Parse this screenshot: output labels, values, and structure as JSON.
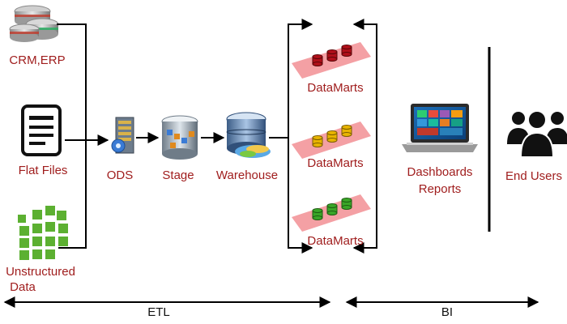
{
  "sources": {
    "crm_erp": "CRM,ERP",
    "flat_files": "Flat Files",
    "unstructured_line1": "Unstructured",
    "unstructured_line2": "Data"
  },
  "stages": {
    "ods": "ODS",
    "stage": "Stage",
    "warehouse": "Warehouse"
  },
  "datamarts": {
    "label_top": "DataMarts",
    "label_middle": "DataMarts",
    "label_bottom": "DataMarts",
    "color_top": "#b0101a",
    "color_middle": "#e8b400",
    "color_bottom": "#3aa628",
    "band_color": "#f4a0a4"
  },
  "bi_outputs": {
    "dashboards_line1": "Dashboards",
    "dashboards_line2": "Reports",
    "end_users": "End Users"
  },
  "ranges": {
    "etl": "ETL",
    "bi": "BI"
  },
  "colors": {
    "label_red": "#a01e1e",
    "line": "#000000"
  }
}
